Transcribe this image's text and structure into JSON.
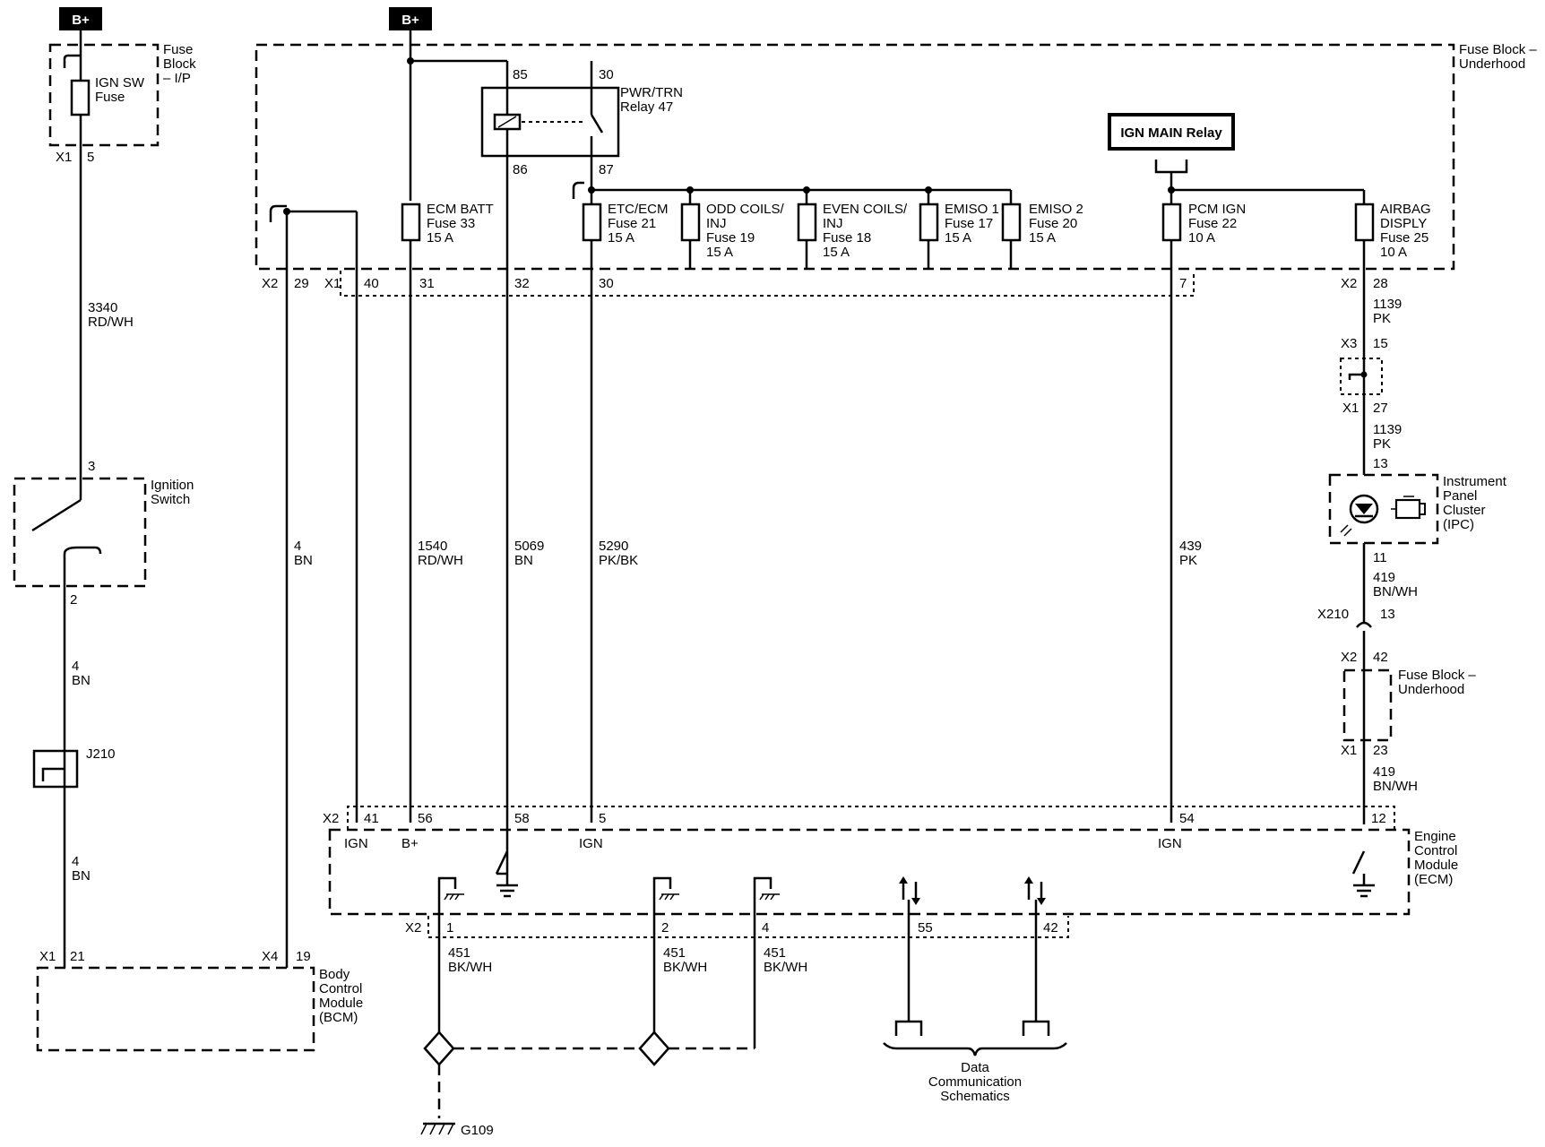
{
  "power": {
    "b_plus": "B+"
  },
  "fuse_block_ip": {
    "label": [
      "Fuse",
      "Block",
      "– I/P"
    ],
    "fuse": [
      "IGN SW",
      "Fuse"
    ],
    "conn": "X1",
    "pin": "5"
  },
  "wire_3340": [
    "3340",
    "RD/WH"
  ],
  "ignition_switch": {
    "label": [
      "Ignition",
      "Switch"
    ],
    "pin_in": "3",
    "pin_out": "2"
  },
  "wire_4a": [
    "4",
    "BN"
  ],
  "splice": "J210",
  "wire_4b": [
    "4",
    "BN"
  ],
  "bcm": {
    "label": [
      "Body",
      "Control",
      "Module",
      "(BCM)"
    ],
    "x1": "X1",
    "x1_pin": "21",
    "x4": "X4",
    "x4_pin": "19"
  },
  "wire_4c": [
    "4",
    "BN"
  ],
  "fuse_block_underhood": {
    "label": [
      "Fuse Block –",
      "Underhood"
    ],
    "conn_x2": "X2",
    "pin_29": "29",
    "conn_x1": "X1",
    "pins": [
      "40",
      "31",
      "32",
      "30",
      "7"
    ],
    "x2_right": "X2",
    "pin_28": "28"
  },
  "relay": {
    "label": [
      "PWR/TRN",
      "Relay 47"
    ],
    "pin_85": "85",
    "pin_30": "30",
    "pin_86": "86",
    "pin_87": "87"
  },
  "ign_main_relay": "IGN MAIN Relay",
  "fuses": [
    {
      "name": [
        "ECM BATT",
        "Fuse 33",
        "15 A"
      ]
    },
    {
      "name": [
        "ETC/ECM",
        "Fuse 21",
        "15 A"
      ]
    },
    {
      "name": [
        "ODD COILS/",
        "INJ",
        "Fuse 19",
        "15 A"
      ]
    },
    {
      "name": [
        "EVEN COILS/",
        "INJ",
        "Fuse 18",
        "15 A"
      ]
    },
    {
      "name": [
        "EMISO 1",
        "Fuse 17",
        "15 A"
      ]
    },
    {
      "name": [
        "EMISO 2",
        "Fuse 20",
        "15 A"
      ]
    },
    {
      "name": [
        "PCM IGN",
        "Fuse 22",
        "10 A"
      ]
    },
    {
      "name": [
        "AIRBAG",
        "DISPLY",
        "Fuse 25",
        "10 A"
      ]
    }
  ],
  "wires_mid": [
    {
      "circuit": "1540",
      "color": "RD/WH"
    },
    {
      "circuit": "5069",
      "color": "BN"
    },
    {
      "circuit": "5290",
      "color": "PK/BK"
    },
    {
      "circuit": "439",
      "color": "PK"
    }
  ],
  "right_branch": {
    "wire_1139_a": [
      "1139",
      "PK"
    ],
    "x3": "X3",
    "x3_pin": "15",
    "x1": "X1",
    "x1_pin": "27",
    "wire_1139_b": [
      "1139",
      "PK"
    ],
    "ipc_pin_in": "13",
    "ipc_label": [
      "Instrument",
      "Panel",
      "Cluster",
      "(IPC)"
    ],
    "ipc_pin_out": "11",
    "wire_419_a": [
      "419",
      "BN/WH"
    ],
    "x210": "X210",
    "x210_pin": "13",
    "x2": "X2",
    "x2_pin": "42",
    "fb_label": [
      "Fuse Block –",
      "Underhood"
    ],
    "x1b": "X1",
    "x1b_pin": "23",
    "wire_419_b": [
      "419",
      "BN/WH"
    ]
  },
  "ecm": {
    "label": [
      "Engine",
      "Control",
      "Module",
      "(ECM)"
    ],
    "x2": "X2",
    "top_pins": [
      "41",
      "56",
      "58",
      "5",
      "54",
      "12"
    ],
    "top_labels": [
      "IGN",
      "B+",
      "IGN",
      "IGN"
    ],
    "x2_bottom": "X2",
    "bottom_pins": [
      "1",
      "2",
      "4",
      "55",
      "42"
    ]
  },
  "ground_wires": [
    {
      "circuit": "451",
      "color": "BK/WH"
    },
    {
      "circuit": "451",
      "color": "BK/WH"
    },
    {
      "circuit": "451",
      "color": "BK/WH"
    }
  ],
  "ground": "G109",
  "data_comm": [
    "Data",
    "Communication",
    "Schematics"
  ]
}
